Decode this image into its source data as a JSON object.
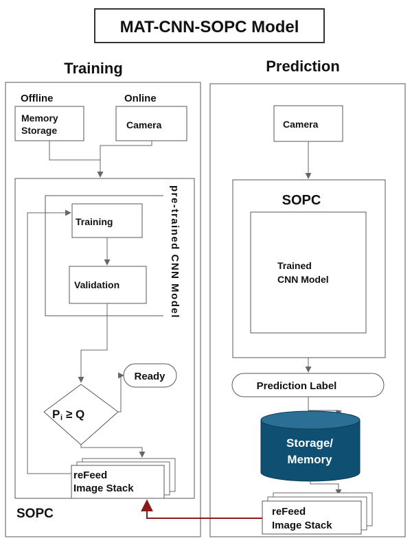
{
  "title": "MAT-CNN-SOPC Model",
  "training": {
    "heading": "Training",
    "offline_label": "Offline",
    "online_label": "Online",
    "memory_storage_line1": "Memory",
    "memory_storage_line2": "Storage",
    "camera": "Camera",
    "pretrained_label": "pre-trained CNN Model",
    "training_box": "Training",
    "validation_box": "Validation",
    "ready": "Ready",
    "condition_p": "P",
    "condition_sub": "i",
    "condition_op": "≥ Q",
    "refeed_line1": "reFeed",
    "refeed_line2": "Image Stack",
    "sopc": "SOPC"
  },
  "prediction": {
    "heading": "Prediction",
    "camera": "Camera",
    "sopc": "SOPC",
    "trained_line1": "Trained",
    "trained_line2": "CNN Model",
    "prediction_label": "Prediction Label",
    "storage_line1": "Storage/",
    "storage_line2": "Memory",
    "refeed_line1": "reFeed",
    "refeed_line2": "Image Stack"
  },
  "colors": {
    "line": "#555555",
    "arrow": "#666666",
    "storage_fill": "#0e4f72",
    "feedback": "#8b1a1a"
  }
}
